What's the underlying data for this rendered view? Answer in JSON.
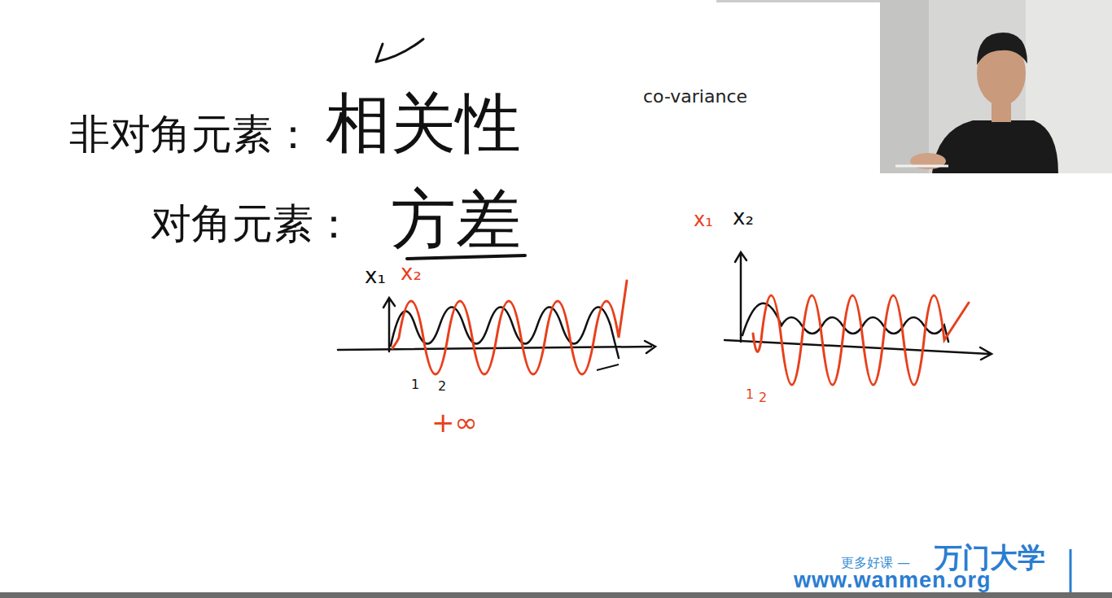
{
  "diagram": {
    "labels": [
      "非对角元素：",
      "相关性",
      "co-variance",
      "对角元素：",
      "方差",
      "x₁",
      "x₂",
      "1",
      "2",
      "+∞",
      "x₁",
      "x₂",
      "1",
      "2",
      "更多好课 —",
      "万门大学",
      "www.wanmen.org"
    ]
  }
}
